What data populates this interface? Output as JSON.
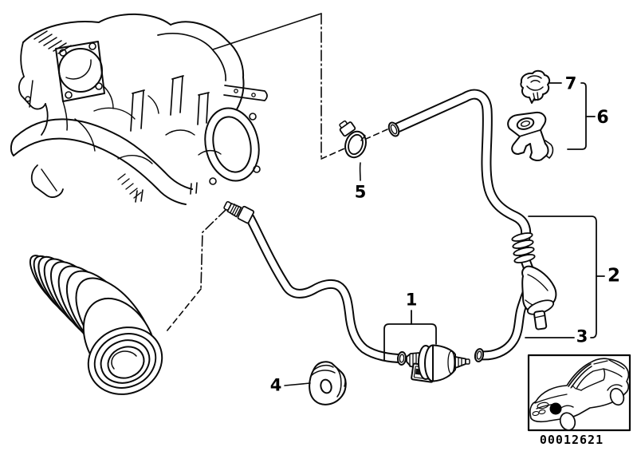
{
  "diagram": {
    "callouts": [
      {
        "label": "1"
      },
      {
        "label": "2"
      },
      {
        "label": "3"
      },
      {
        "label": "4"
      },
      {
        "label": "5"
      },
      {
        "label": "6"
      },
      {
        "label": "7"
      }
    ],
    "image_number": "00012621",
    "colors": {
      "line": "#0a0a0a",
      "background": "#ffffff"
    },
    "icons": {
      "car_thumbnail": "car-silhouette-icon"
    }
  }
}
